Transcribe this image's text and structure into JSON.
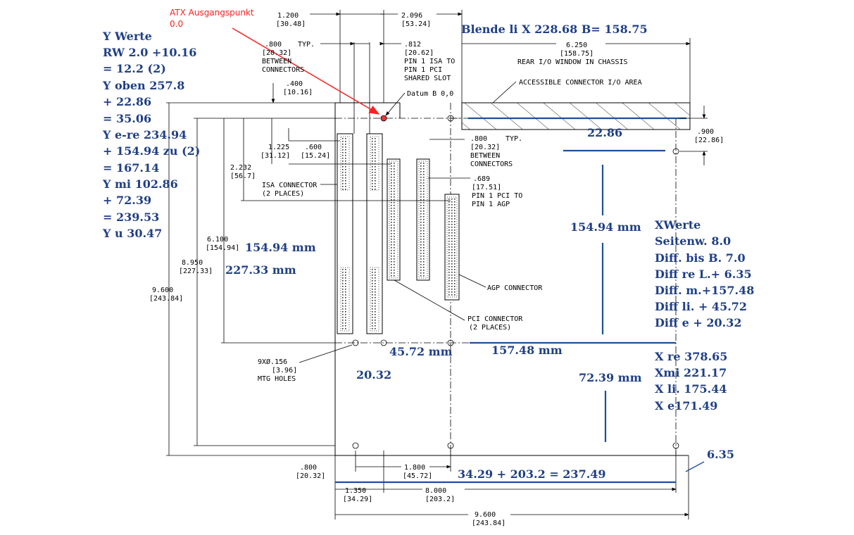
{
  "colors": {
    "note": "#1f3f86",
    "red": "#ff2020",
    "line": "#000000",
    "blue_line": "#1f4f96"
  },
  "annotation": {
    "line1": "ATX Ausgangspunkt",
    "line2": "0.0"
  },
  "y_notes": [
    "Y Werte",
    "RW 2.0 +10.16",
    "= 12.2  (2)",
    "Y oben 257.8",
    "+ 22.86",
    "= 35.06",
    "Y e-re 234.94",
    "+ 154.94 zu (2)",
    "= 167.14",
    "Y mi 102.86",
    "+ 72.39",
    "= 239.53",
    "Y u 30.47"
  ],
  "x_notes": [
    "XWerte",
    "Seitenw. 8.0",
    "Diff. bis B. 7.0",
    "Diff re L.+ 6.35",
    "Diff. m.+157.48",
    "Diff li.  + 45.72",
    "Diff e + 20.32"
  ],
  "x_results": [
    "X re  378.65",
    "Xmi   221.17",
    "X li.   175.44",
    "X e171.49"
  ],
  "blende": "Blende li X 228.68 B= 158.75",
  "blue_labels": {
    "v2286": "22.86",
    "v15494": "154.94 mm",
    "v15494l": "154.94 mm",
    "v22733": "227.33 mm",
    "v4572": "45.72 mm",
    "v15748": "157.48 mm",
    "v7239": "72.39 mm",
    "v2032": "20.32",
    "sum": "34.29 + 203.2 = 237.49",
    "v635": "6.35"
  },
  "dims": {
    "d1200": "1.200",
    "d1200m": "[30.48]",
    "d2096": "2.096",
    "d2096m": "[53.24]",
    "d800a": ".800",
    "d800am": "[20.32]",
    "typ1": "TYP.",
    "between1": "BETWEEN",
    "connectors1": "CONNECTORS",
    "d812": ".812",
    "d812m": "[20.62]",
    "pin1": "PIN 1 ISA TO",
    "pin2": "PIN 1 PCI",
    "shared": "SHARED SLOT",
    "d6250": "6.250",
    "d6250m": "[158.75]",
    "rearIO": "REAR I/O WINDOW IN CHASSIS",
    "d400": ".400",
    "d400m": "[10.16]",
    "datum": "Datum B 0,0",
    "accessible": "ACCESSIBLE CONNECTOR I/O AREA",
    "d900": ".900",
    "d900m": "[22.86]",
    "d800b": ".800",
    "typ2": "TYP.",
    "d800bm": "[20.32]",
    "between2": "BETWEEN",
    "connectors2": "CONNECTORS",
    "d1225": "1.225",
    "d1225m": "[31.12]",
    "d600": ".600",
    "d600m": "[15.24]",
    "d2232": "2.232",
    "d2232m": "[56.7]",
    "isa": "ISA CONNECTOR",
    "isa2": "(2 PLACES)",
    "d689": ".689",
    "d689m": "[17.51]",
    "pinpci": "PIN 1 PCI TO",
    "pinagp": "PIN 1 AGP",
    "d6100": "6.100",
    "d6100m": "[154.94]",
    "d8950": "8.950",
    "d8950m": "[227.33]",
    "d9600v": "9.600",
    "d9600vm": "[243.84]",
    "agp": "AGP CONNECTOR",
    "pci": "PCI CONNECTOR",
    "pci2": "(2 PLACES)",
    "holes1": "9XØ.156",
    "holes2": "[3.96]",
    "holes3": "MTG HOLES",
    "d800c": ".800",
    "d800cm": "[20.32]",
    "d1800": "1.800",
    "d1800m": "[45.72]",
    "d1350": "1.350",
    "d1350m": "[34.29]",
    "d8000": "8.000",
    "d8000m": "[203.2]",
    "d9600h": "9.600",
    "d9600hm": "[243.84]"
  }
}
